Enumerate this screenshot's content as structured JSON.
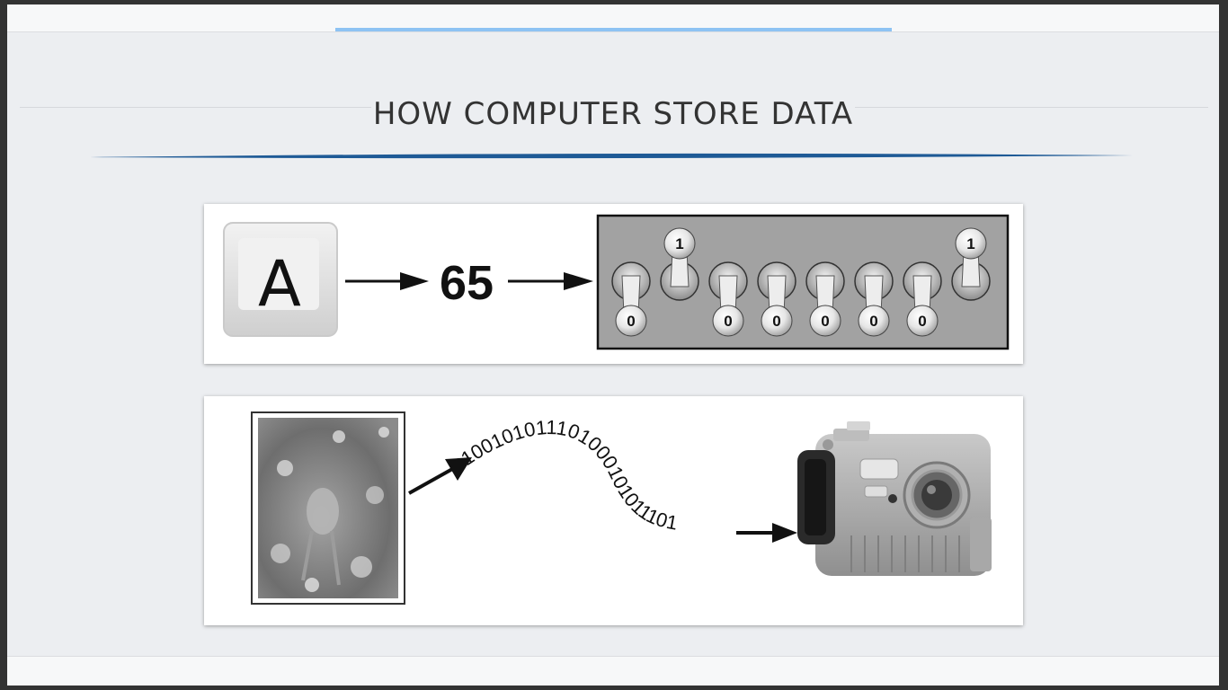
{
  "slide": {
    "title": "HOW COMPUTER STORE DATA"
  },
  "diagram_text": {
    "key_letter": "A",
    "ascii_code": "65",
    "switch_bits": [
      "0",
      "1",
      "0",
      "0",
      "0",
      "0",
      "0",
      "1"
    ],
    "binary_stream": "100101011101000101011101"
  },
  "colors": {
    "accent": "#1e5a96",
    "progress": "#8ec3f3",
    "slide_bg": "#eceef1"
  }
}
